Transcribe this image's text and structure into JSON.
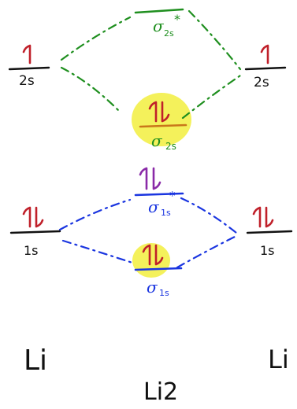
{
  "colors": {
    "ink": "#111111",
    "electron": "#c0202a",
    "green": "#1f8f1f",
    "blue": "#1a35e0",
    "purple": "#8a2aa8",
    "orange": "#c9771a",
    "highlight": "#f2ee3e"
  },
  "labels": {
    "left_2s": "2s",
    "right_2s": "2s",
    "left_1s": "1s",
    "right_1s": "1s",
    "sigma_star_2s": "σ*2s",
    "sigma_2s": "σ2s",
    "sigma_star_1s": "σ*1s",
    "sigma_1s": "σ1s",
    "sigma": "σ",
    "sub_2s": "2s",
    "sub_1s": "1s",
    "atom_left": "Li",
    "atom_right": "Li",
    "molecule": "Li2"
  },
  "occupancy": {
    "left_2s": "1",
    "right_2s": "1",
    "sigma_2s": "2",
    "sigma_star_2s": "0",
    "left_1s": "2",
    "right_1s": "2",
    "sigma_1s": "2",
    "sigma_star_1s": "2"
  }
}
